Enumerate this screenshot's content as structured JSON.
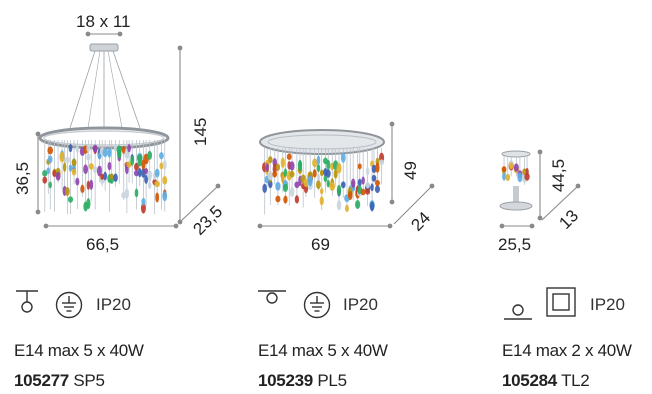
{
  "products": [
    {
      "dims": {
        "top": "18 x 11",
        "height": "145",
        "body_height": "36,5",
        "depth": "23,5",
        "width": "66,5"
      },
      "ip": "IP20",
      "spec": "E14 max 5 x 40W",
      "code": "105277",
      "model": "SP5",
      "icons": [
        "pendant-mount-icon",
        "earth-ground-icon"
      ]
    },
    {
      "dims": {
        "height": "49",
        "depth": "24",
        "width": "69"
      },
      "ip": "IP20",
      "spec": "E14 max 5 x 40W",
      "code": "105239",
      "model": "PL5",
      "icons": [
        "ceiling-mount-icon",
        "earth-ground-icon"
      ]
    },
    {
      "dims": {
        "height": "44,5",
        "depth": "13",
        "width": "25,5"
      },
      "ip": "IP20",
      "spec": "E14 max 2 x 40W",
      "code": "105284",
      "model": "TL2",
      "icons": [
        "table-lamp-icon",
        "double-insulation-icon"
      ]
    }
  ],
  "colors": {
    "dim_line": "#8a8a8a",
    "chrome": "#9aa0a6",
    "crystal_palette": [
      "#3a5fb0",
      "#c0392b",
      "#e1b12c",
      "#27ae60",
      "#8e44ad",
      "#d35400",
      "#5dade2",
      "#b7950b",
      "#c9d6df"
    ]
  }
}
